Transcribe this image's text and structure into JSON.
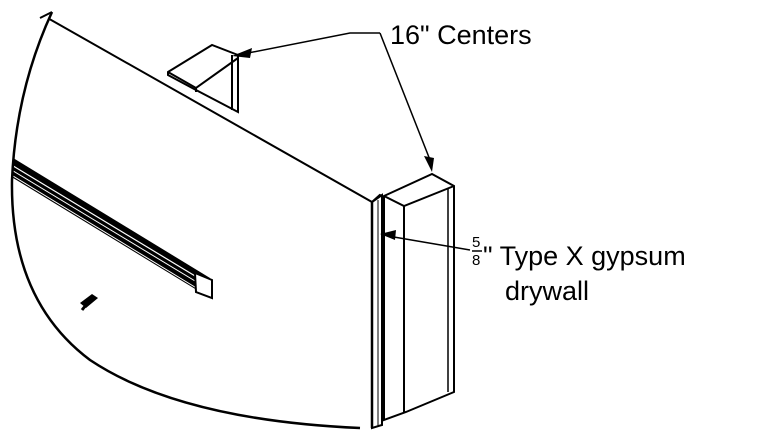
{
  "labels": {
    "centers": "16\" Centers",
    "fraction_numerator": "5",
    "fraction_denominator": "8",
    "gypsum_line1": "\" Type X gypsum",
    "gypsum_line2": "drywall"
  },
  "colors": {
    "ink": "#000000",
    "paper": "#ffffff"
  }
}
